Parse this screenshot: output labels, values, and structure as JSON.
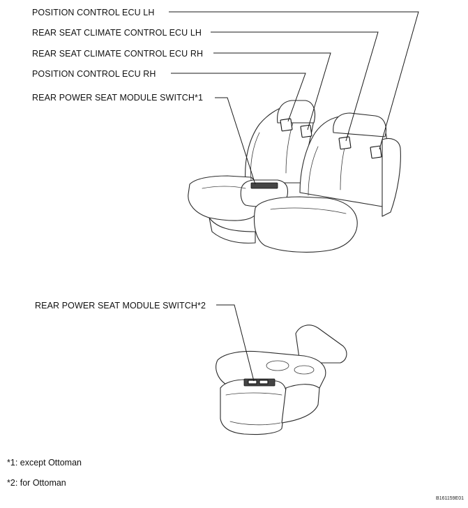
{
  "labels": {
    "position_control_ecu_lh": "POSITION CONTROL ECU LH",
    "rear_seat_climate_control_ecu_lh": "REAR SEAT CLIMATE CONTROL ECU LH",
    "rear_seat_climate_control_ecu_rh": "REAR SEAT CLIMATE CONTROL ECU RH",
    "position_control_ecu_rh": "POSITION CONTROL ECU RH",
    "rear_power_seat_module_switch_1": "REAR POWER SEAT MODULE SWITCH*1",
    "rear_power_seat_module_switch_2": "REAR POWER SEAT MODULE SWITCH*2"
  },
  "notes": {
    "note_1": "*1: except Ottoman",
    "note_2": "*2: for Ottoman"
  },
  "reference_code": "B161159E01"
}
